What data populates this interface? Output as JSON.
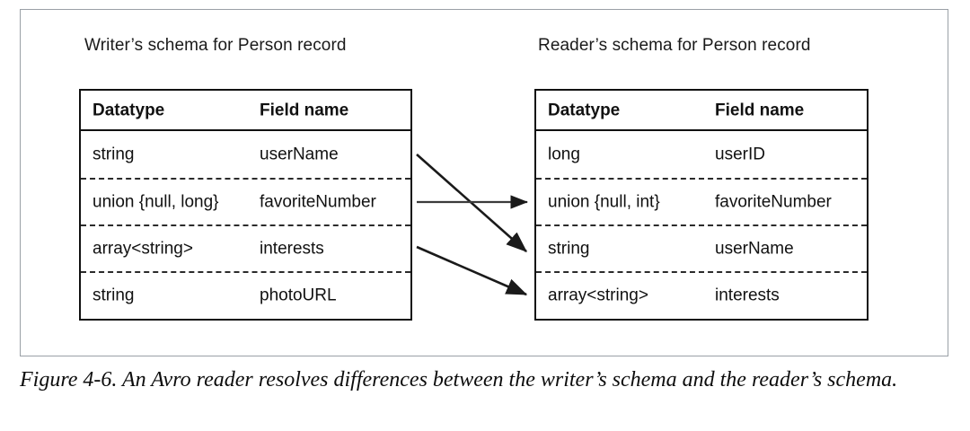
{
  "figure": {
    "caption": "Figure 4-6. An Avro reader resolves differences between the writer’s schema and the reader’s schema."
  },
  "writer": {
    "caption": "Writer’s schema for Person record",
    "columns": [
      "Datatype",
      "Field name"
    ],
    "rows": [
      {
        "datatype": "string",
        "field_name": "userName"
      },
      {
        "datatype": "union {null, long}",
        "field_name": "favoriteNumber"
      },
      {
        "datatype": "array<string>",
        "field_name": "interests"
      },
      {
        "datatype": "string",
        "field_name": "photoURL"
      }
    ]
  },
  "reader": {
    "caption": "Reader’s schema for Person record",
    "columns": [
      "Datatype",
      "Field name"
    ],
    "rows": [
      {
        "datatype": "long",
        "field_name": "userID"
      },
      {
        "datatype": "union {null, int}",
        "field_name": "favoriteNumber"
      },
      {
        "datatype": "string",
        "field_name": "userName"
      },
      {
        "datatype": "array<string>",
        "field_name": "interests"
      }
    ]
  },
  "mappings": [
    {
      "from_field": "userName",
      "to_field": "userName",
      "style": "diagonal-down"
    },
    {
      "from_field": "favoriteNumber",
      "to_field": "favoriteNumber",
      "style": "horizontal"
    },
    {
      "from_field": "interests",
      "to_field": "interests",
      "style": "diagonal-down"
    }
  ],
  "colors": {
    "frame_border": "#9aa0a6",
    "table_border": "#111111",
    "row_divider": "#2b2b2b",
    "arrow": "#1a1a1a",
    "text": "#111111",
    "background": "#ffffff"
  }
}
